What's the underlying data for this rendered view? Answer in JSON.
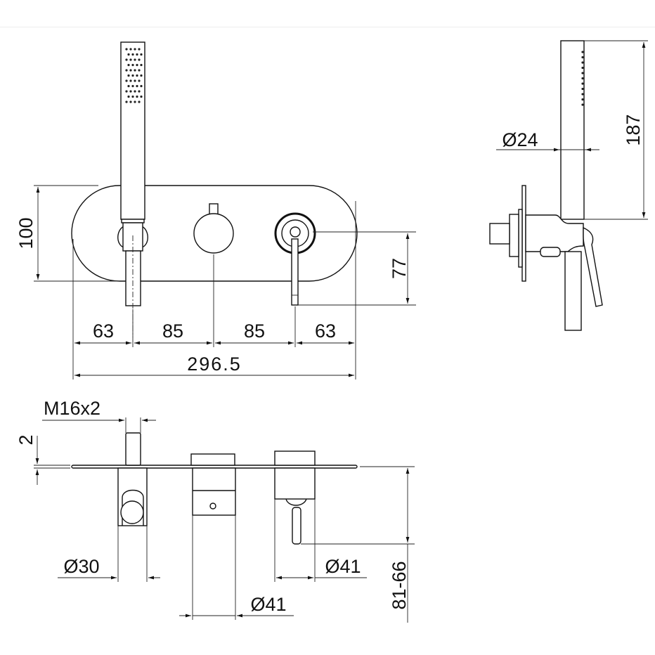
{
  "drawing": {
    "front_view": {
      "height_dim": "100",
      "lever_dim": "77",
      "spacings": [
        "63",
        "85",
        "85",
        "63"
      ],
      "overall_width": "296.5"
    },
    "side_view": {
      "shower_diameter": "Ø24",
      "shower_length": "187"
    },
    "bottom_view": {
      "thread": "M16x2",
      "plate_thickness": "2",
      "holder_diameter": "Ø30",
      "right_diameter": "Ø41",
      "middle_diameter": "Ø41",
      "depth_range": "81-66"
    },
    "colors": {
      "line": "#111111",
      "background": "#ffffff"
    }
  }
}
